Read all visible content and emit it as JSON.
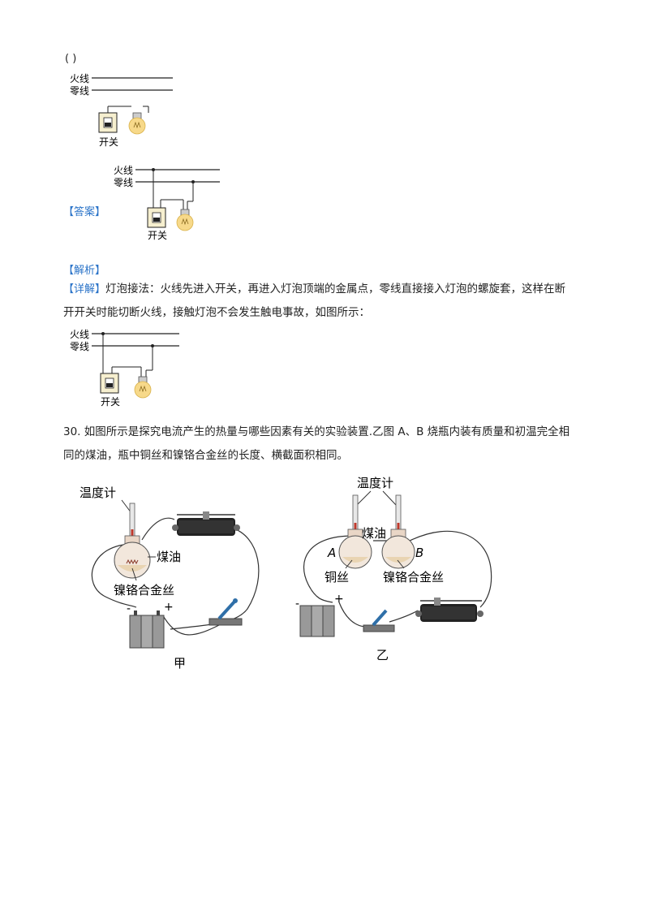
{
  "question_blank": "(            )",
  "labels": {
    "live_wire": "火线",
    "neutral_wire": "零线",
    "switch": "开关"
  },
  "answer_tag": "【答案】",
  "analysis_tag": "【解析】",
  "detail_tag": "【详解】",
  "detail_text_line1": "灯泡接法：火线先进入开关，再进入灯泡顶端的金属点，零线直接接入灯泡的螺旋套，这样在断",
  "detail_text_line2": "开开关时能切断火线，接触灯泡不会发生触电事故，如图所示：",
  "q30_line1": "30. 如图所示是探究电流产生的热量与哪些因素有关的实验装置.乙图 A、B 烧瓶内装有质量和初温完全相",
  "q30_line2": "同的煤油，瓶中铜丝和镍铬合金丝的长度、横截面积相同。",
  "fig_jia": {
    "thermometer": "温度计",
    "kerosene": "煤油",
    "nichrome": "镍铬合金丝",
    "minus": "-",
    "plus": "+",
    "caption": "甲"
  },
  "fig_yi": {
    "thermometer": "温度计",
    "kerosene": "煤油",
    "flask_a": "A",
    "flask_b": "B",
    "copper": "铜丝",
    "nichrome": "镍铬合金丝",
    "minus": "-",
    "plus": "+",
    "caption": "乙"
  }
}
